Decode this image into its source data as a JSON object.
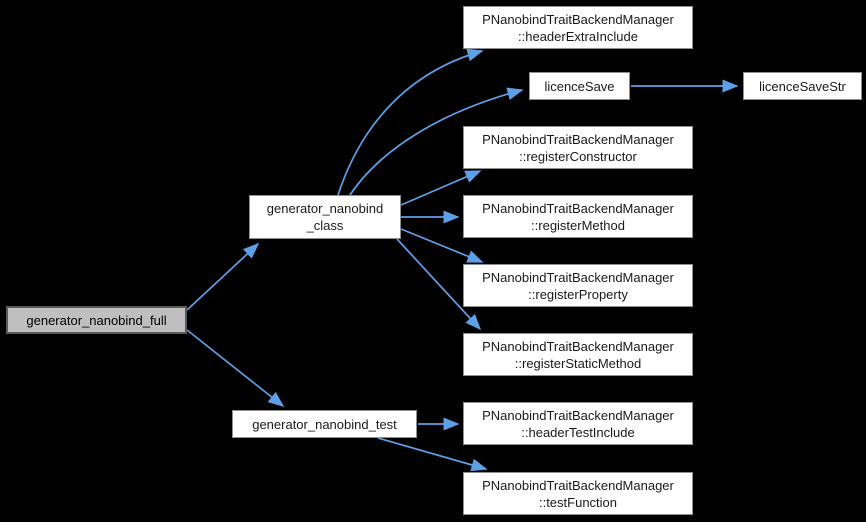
{
  "diagram": {
    "type": "call-graph",
    "background_color": "#000000",
    "edge_color": "#5ca0e8",
    "node_fill_color": "#ffffff",
    "node_border_color": "#8f8f8f",
    "highlight_node_fill_color": "#bfbfbf",
    "highlight_node_border_color": "#5a5a5a",
    "text_color": "#1a1a1a"
  },
  "nodes": {
    "full": {
      "label": "generator_nanobind_full"
    },
    "class": {
      "line1": "generator_nanobind",
      "line2": "_class"
    },
    "test": {
      "label": "generator_nanobind_test"
    },
    "header_extra_include": {
      "line1": "PNanobindTraitBackendManager",
      "line2": "::headerExtraInclude"
    },
    "licence_save": {
      "label": "licenceSave"
    },
    "licence_save_str": {
      "label": "licenceSaveStr"
    },
    "register_constructor": {
      "line1": "PNanobindTraitBackendManager",
      "line2": "::registerConstructor"
    },
    "register_method": {
      "line1": "PNanobindTraitBackendManager",
      "line2": "::registerMethod"
    },
    "register_property": {
      "line1": "PNanobindTraitBackendManager",
      "line2": "::registerProperty"
    },
    "register_static_method": {
      "line1": "PNanobindTraitBackendManager",
      "line2": "::registerStaticMethod"
    },
    "header_test_include": {
      "line1": "PNanobindTraitBackendManager",
      "line2": "::headerTestInclude"
    },
    "test_function": {
      "line1": "PNanobindTraitBackendManager",
      "line2": "::testFunction"
    }
  },
  "edges": [
    {
      "from": "generator_nanobind_full",
      "to": "generator_nanobind_class"
    },
    {
      "from": "generator_nanobind_full",
      "to": "generator_nanobind_test"
    },
    {
      "from": "generator_nanobind_class",
      "to": "PNanobindTraitBackendManager::headerExtraInclude"
    },
    {
      "from": "generator_nanobind_class",
      "to": "licenceSave"
    },
    {
      "from": "generator_nanobind_class",
      "to": "PNanobindTraitBackendManager::registerConstructor"
    },
    {
      "from": "generator_nanobind_class",
      "to": "PNanobindTraitBackendManager::registerMethod"
    },
    {
      "from": "generator_nanobind_class",
      "to": "PNanobindTraitBackendManager::registerProperty"
    },
    {
      "from": "generator_nanobind_class",
      "to": "PNanobindTraitBackendManager::registerStaticMethod"
    },
    {
      "from": "generator_nanobind_test",
      "to": "PNanobindTraitBackendManager::headerTestInclude"
    },
    {
      "from": "generator_nanobind_test",
      "to": "PNanobindTraitBackendManager::testFunction"
    },
    {
      "from": "licenceSave",
      "to": "licenceSaveStr"
    }
  ]
}
